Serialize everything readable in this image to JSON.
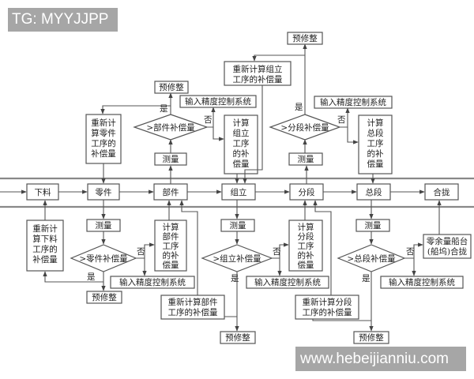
{
  "watermarks": {
    "top": "TG: MYYJJPP",
    "bottom": "www.hebeijianniu.com"
  },
  "main_flow": [
    "下料",
    "零件",
    "部件",
    "组立",
    "分段",
    "总段",
    "合拢"
  ],
  "common": {
    "measure": "测量",
    "pre_trim": "预修整",
    "input_precision": "输入精度控制系统",
    "yes": "是",
    "no": "否"
  },
  "upper_branches": {
    "part_check": {
      "diamond": ">部件补偿量",
      "recalc": [
        "重新计",
        "算零件",
        "工序的",
        "补偿量"
      ],
      "calc": [
        "计算",
        "组立",
        "工序",
        "的补",
        "偿量"
      ]
    },
    "section_check": {
      "diamond": ">分段补偿量",
      "recalc": [
        "重新计算组立",
        "工序的补偿量"
      ],
      "calc": [
        "计算",
        "总段",
        "工序",
        "的补",
        "偿量"
      ]
    }
  },
  "lower_branches": {
    "component_check": {
      "diamond": ">零件补偿量",
      "recalc": [
        "重新计",
        "算下料",
        "工序的",
        "补偿量"
      ],
      "calc": [
        "计算",
        "部件",
        "工序",
        "的补",
        "偿量"
      ]
    },
    "assembly_check": {
      "diamond": ">组立补偿量",
      "recalc": [
        "重新计算部件",
        "工序的补偿量"
      ],
      "calc": [
        "计算",
        "分段",
        "工序",
        "的补",
        "偿量"
      ]
    },
    "block_check": {
      "diamond": ">总段补偿量",
      "recalc": [
        "重新计算分段",
        "工序的补偿量"
      ],
      "final": [
        "零余量船台",
        "(船坞)合拢"
      ]
    }
  }
}
